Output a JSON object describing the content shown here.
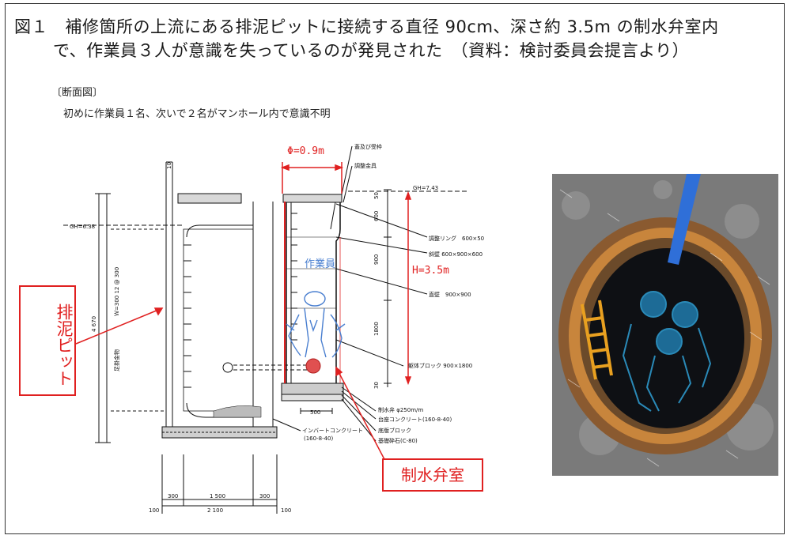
{
  "title": {
    "line1": "図１　補修箇所の上流にある排泥ピットに接続する直径 90cm、深さ約 3.5m の制水弁室内",
    "line2": "で、作業員３人が意識を失っているのが発見された　（資料：検討委員会提言より）"
  },
  "section_label": "〔断面図〕",
  "caption": "初めに作業員１名、次いで２名がマンホール内で意識不明",
  "annotations": {
    "diameter": "Φ=0.9m",
    "height": "H=3.5m",
    "worker": "作業員",
    "pit_label": "排泥ピット",
    "valve_room": "制水弁室"
  },
  "drawing_labels": {
    "gh_right": "GH=7.43",
    "gh_left": "GH=6.38",
    "lid": "蓋及び受枠",
    "adjust_metal": "調整金具",
    "ring": "調整リング　600×50",
    "slope": "斜壁 600×900×600",
    "straight": "直壁　900×900",
    "base_block": "躯体ブロック 900×1800",
    "valve": "制水弁 φ250m/m",
    "base_concrete": "台座コンクリート(160-8-40)",
    "bottom_block": "底版ブロック",
    "gravel": "基礎砕石(C-80)",
    "invert": "インバートコンクリート",
    "invert_spec": "(160-8-40)",
    "dim_600": "600",
    "dim_900": "900",
    "dim_1800": "1800",
    "dim_500": "500",
    "dim_300a": "300",
    "dim_1500": "1 500",
    "dim_300b": "300",
    "dim_2100": "2 100",
    "dim_100a": "100",
    "dim_100b": "100",
    "dim_4670": "4 670",
    "dim_side": "Ｗ=300 12 @ 300",
    "dim_side2": "足掛金物",
    "dim_50": "50",
    "dim_30": "30",
    "dim_10": "10"
  },
  "colors": {
    "accent_red": "#e02020",
    "worker_blue": "#4a7fd0",
    "photo_worker": "#1d6b96"
  }
}
